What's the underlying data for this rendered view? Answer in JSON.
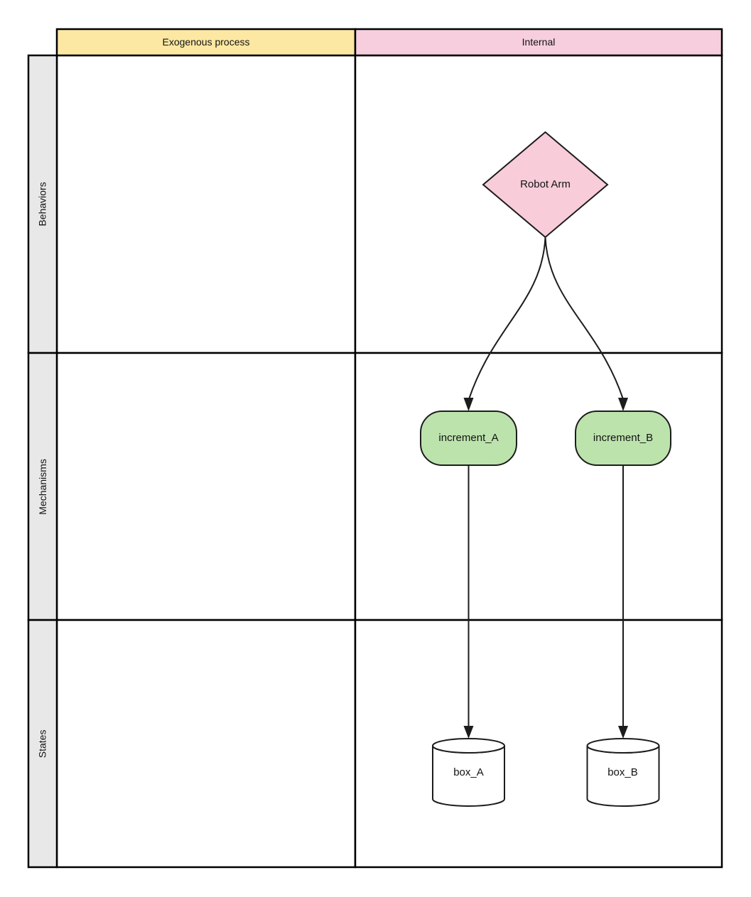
{
  "matrix": {
    "column_headers": [
      {
        "label": "Exogenous process",
        "color": "#fce8a2"
      },
      {
        "label": "Internal",
        "color": "#f6cede"
      }
    ],
    "row_headers": [
      {
        "label": "Behaviors",
        "color": "#e8e8e8"
      },
      {
        "label": "Mechanisms",
        "color": "#e8e8e8"
      },
      {
        "label": "States",
        "color": "#e8e8e8"
      }
    ]
  },
  "nodes": {
    "robot_arm": {
      "label": "Robot Arm",
      "shape": "diamond",
      "fill": "#f8ccd9",
      "lane_row": "Behaviors",
      "lane_col": "Internal"
    },
    "increment_a": {
      "label": "increment_A",
      "shape": "rounded-rect",
      "fill": "#bde3ad",
      "lane_row": "Mechanisms",
      "lane_col": "Internal"
    },
    "increment_b": {
      "label": "increment_B",
      "shape": "rounded-rect",
      "fill": "#bde3ad",
      "lane_row": "Mechanisms",
      "lane_col": "Internal"
    },
    "box_a": {
      "label": "box_A",
      "shape": "cylinder",
      "fill": "#ffffff",
      "lane_row": "States",
      "lane_col": "Internal"
    },
    "box_b": {
      "label": "box_B",
      "shape": "cylinder",
      "fill": "#ffffff",
      "lane_row": "States",
      "lane_col": "Internal"
    }
  },
  "edges": [
    {
      "from": "Robot Arm",
      "to": "increment_A",
      "style": "curved-arrow"
    },
    {
      "from": "Robot Arm",
      "to": "increment_B",
      "style": "curved-arrow"
    },
    {
      "from": "increment_A",
      "to": "box_A",
      "style": "straight-arrow"
    },
    {
      "from": "increment_B",
      "to": "box_B",
      "style": "straight-arrow"
    }
  ],
  "colors": {
    "grid_stroke": "#000000",
    "shape_stroke": "#1c1c1c",
    "background": "#ffffff"
  }
}
